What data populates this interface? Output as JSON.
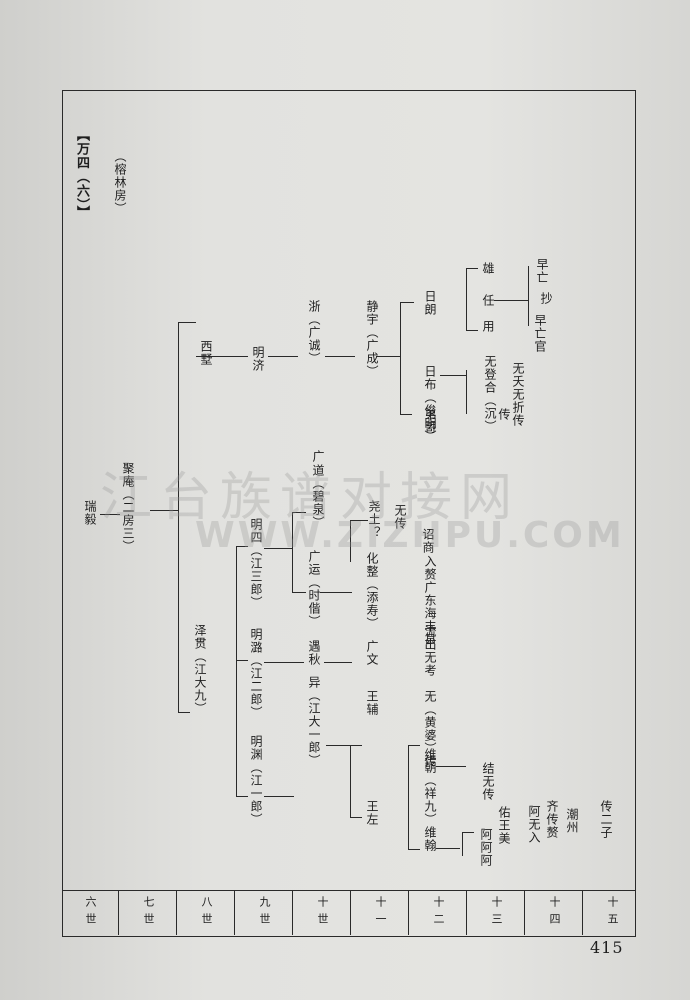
{
  "header": {
    "title": "【万四（六）】",
    "subtitle": "（榕林房）"
  },
  "generations": [
    "六世",
    "七世",
    "八世",
    "九世",
    "十世",
    "十一",
    "十二",
    "十三",
    "十四",
    "十五"
  ],
  "people": {
    "rui_yi": "瑞毅",
    "ju_an": "聚庵（二房三）",
    "xi_shu": "西墅",
    "ming_ji": "明济",
    "xin": "浙（广诚）",
    "jing_yu": "静宇（广成）",
    "ri_lang": "日朗",
    "xiong": "雄",
    "zao_wang": "早亡",
    "ren": "任",
    "chao": "抄",
    "yong": "用",
    "zao_wang_guan": "早亡官",
    "ri_bu": "日布（俊明）",
    "wu_deng_he": "无登合（沉）",
    "wu_tian_wu_zhe": "无夭无折传",
    "chuan": "传",
    "bi_ge": "弟哥",
    "ze_gu": "泽贯（江大九）",
    "ming_si": "明四（江三郎）",
    "dao": "道（碧泉）",
    "guang_1": "广",
    "yao_tu": "尧土？",
    "wu_chuan": "无传",
    "shao_yi": "诏商",
    "guang_ting": "广运（时偕）",
    "hua_zheng": "化整（添寿）",
    "ru_gan": "入赘广东海丰县",
    "ming_luo": "明潞（江二郎）",
    "yu_qiu": "遇秋",
    "guang_wen": "广文",
    "liu_chu": "流出无考",
    "ming_yuan": "明渊（江一郎）",
    "yi": "异（江大一郎）",
    "wang_fu": "王辅",
    "wu_ping": "无（黄婆）传",
    "wei_chao": "维朝（祥九）",
    "wang_zuo": "王左",
    "jie_wu": "结无传",
    "wei_han": "维翰",
    "a_a_a": "阿阿阿",
    "you_wang_mei": "佑王美",
    "a_wu_ru": "阿无入",
    "qi_chuan_zan": "齐传赘",
    "chao_zhou": "潮州",
    "chuan_er_zi": "传二子"
  },
  "watermark": {
    "cn": "江台族谱对接网",
    "en": "WWW.ZIZHPU.COM"
  },
  "page_number": "415"
}
